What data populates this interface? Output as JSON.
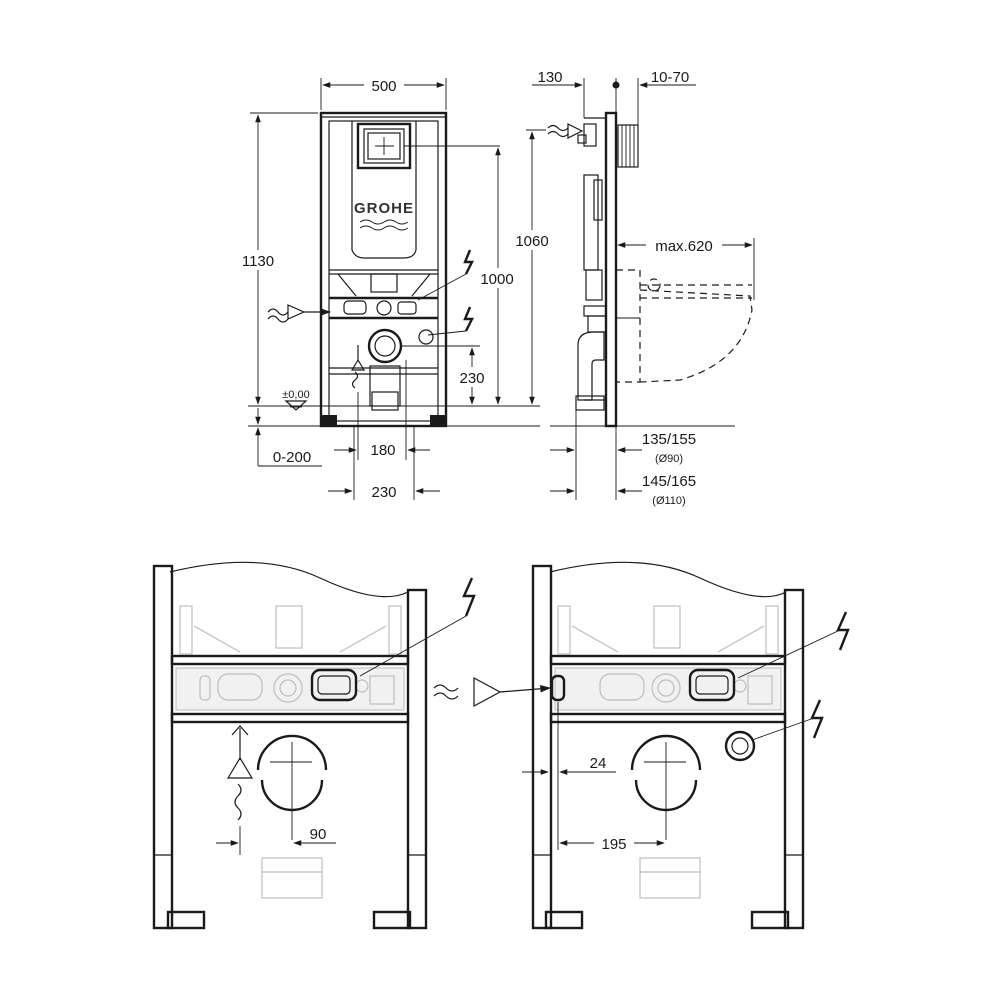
{
  "brand": "GROHE",
  "front_view": {
    "width": "500",
    "height_total": "1130",
    "height_plate": "1000",
    "height_mid": "230",
    "floor_ref": "±0,00",
    "floor_adjust": "0-200",
    "outlet_spacing": "180",
    "foot_spacing": "230"
  },
  "side_view": {
    "depth": "130",
    "wall_offset": "10-70",
    "height": "1060",
    "bowl_projection": "max.620",
    "dim_a": "135/155",
    "dim_a_sub": "(Ø90)",
    "dim_b": "145/165",
    "dim_b_sub": "(Ø110)"
  },
  "detail_left": {
    "offset": "90"
  },
  "detail_right": {
    "offset_small": "24",
    "offset_large": "195"
  },
  "icons": [
    "water-inlet-icon",
    "power-icon",
    "flush-plate-icon"
  ]
}
